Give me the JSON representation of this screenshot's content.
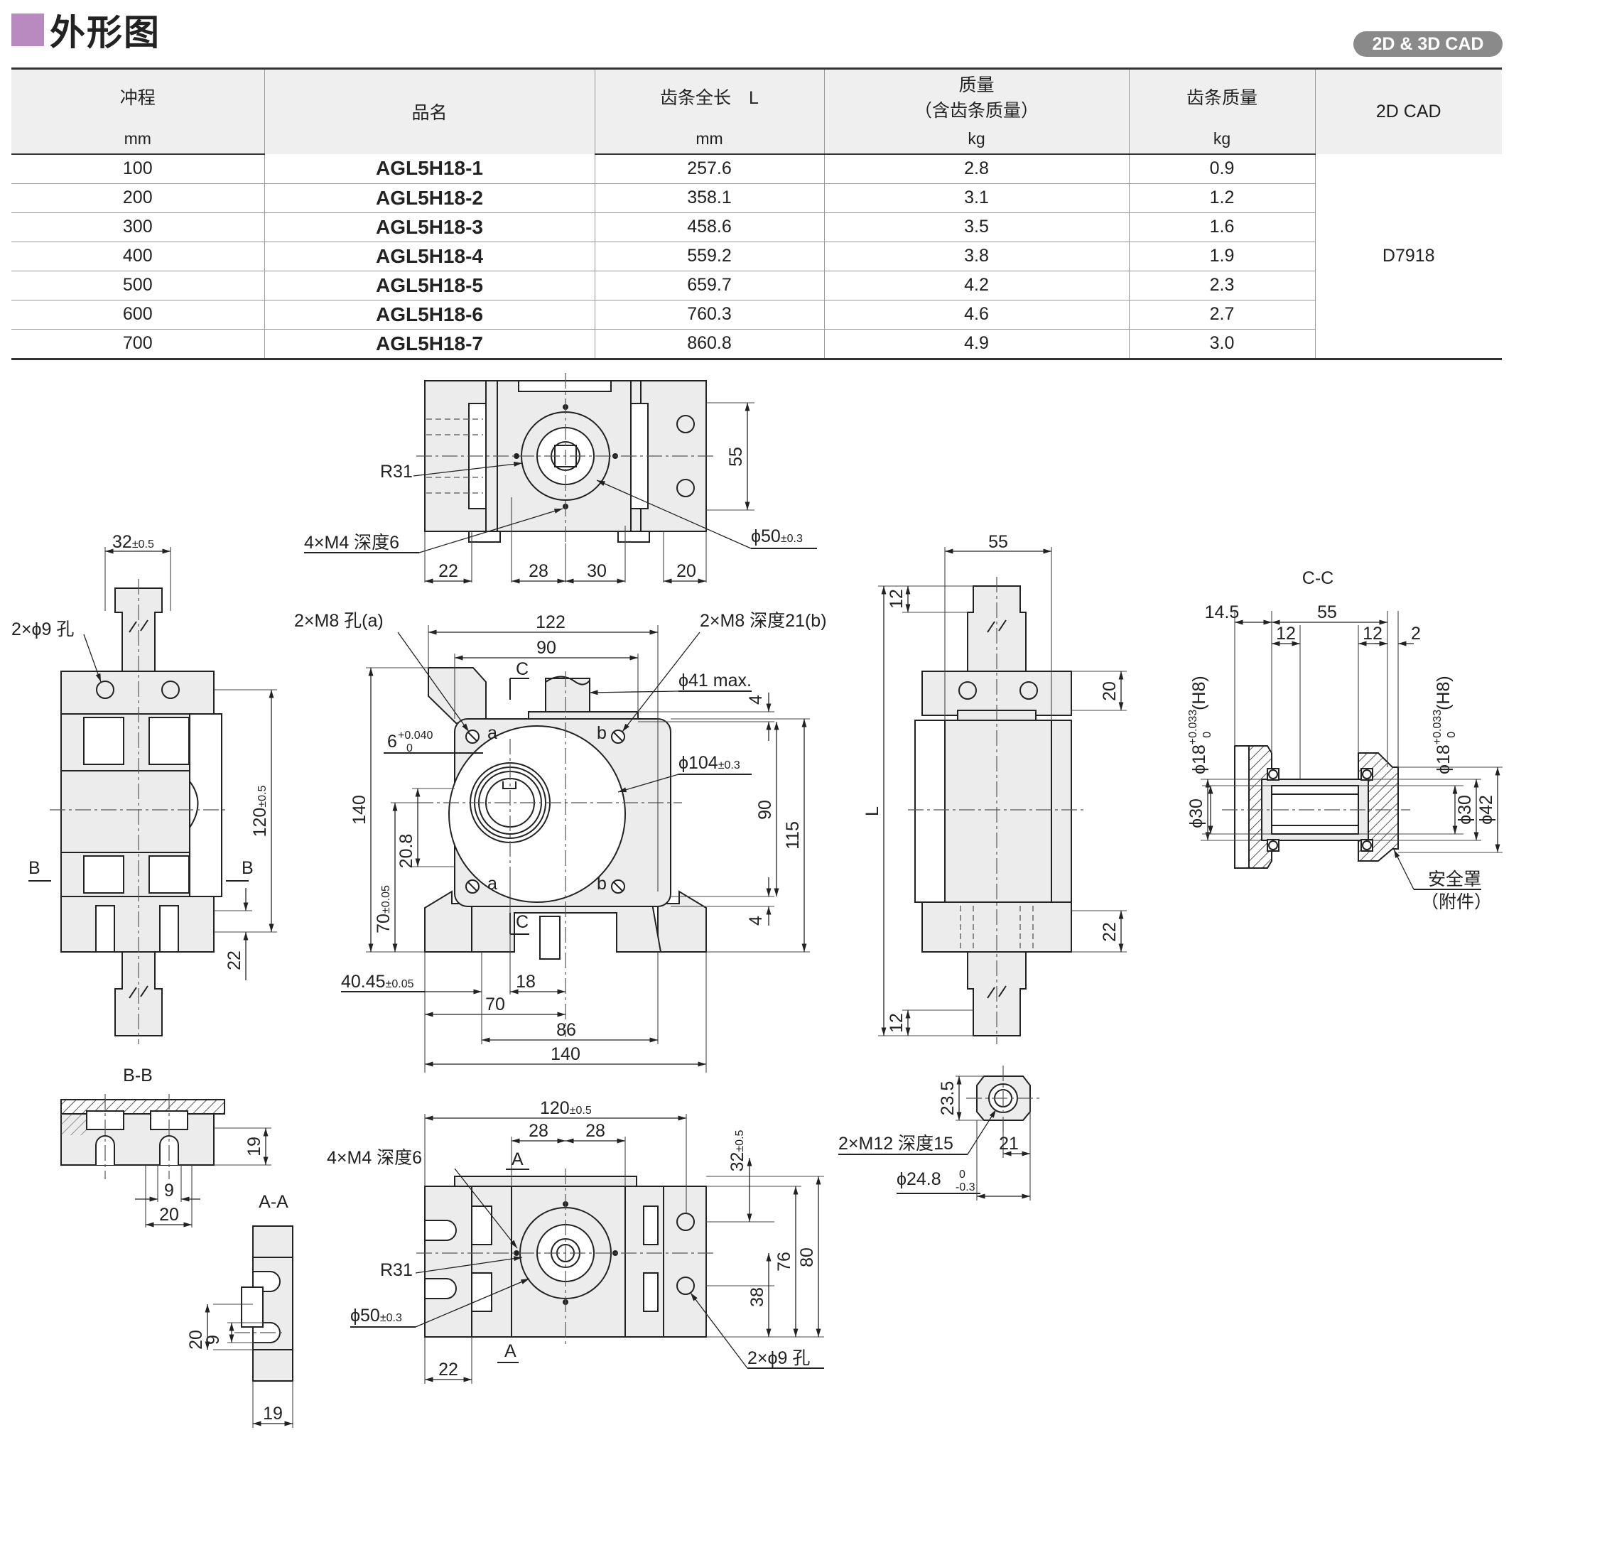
{
  "header": {
    "title": "外形图",
    "badge": "2D & 3D CAD"
  },
  "table": {
    "headers": [
      {
        "label": "冲程",
        "unit": "mm"
      },
      {
        "label": "品名",
        "unit": ""
      },
      {
        "label": "齿条全长　L",
        "unit": "mm"
      },
      {
        "label": "质量",
        "sub": "（含齿条质量）",
        "unit": "kg"
      },
      {
        "label": "齿条质量",
        "unit": "kg"
      },
      {
        "label": "2D CAD",
        "unit": ""
      }
    ],
    "rows": [
      {
        "stroke": "100",
        "part": "AGL5H18-1",
        "length": "257.6",
        "mass": "2.8",
        "rack_mass": "0.9"
      },
      {
        "stroke": "200",
        "part": "AGL5H18-2",
        "length": "358.1",
        "mass": "3.1",
        "rack_mass": "1.2"
      },
      {
        "stroke": "300",
        "part": "AGL5H18-3",
        "length": "458.6",
        "mass": "3.5",
        "rack_mass": "1.6"
      },
      {
        "stroke": "400",
        "part": "AGL5H18-4",
        "length": "559.2",
        "mass": "3.8",
        "rack_mass": "1.9"
      },
      {
        "stroke": "500",
        "part": "AGL5H18-5",
        "length": "659.7",
        "mass": "4.2",
        "rack_mass": "2.3"
      },
      {
        "stroke": "600",
        "part": "AGL5H18-6",
        "length": "760.3",
        "mass": "4.6",
        "rack_mass": "2.7"
      },
      {
        "stroke": "700",
        "part": "AGL5H18-7",
        "length": "860.8",
        "mass": "4.9",
        "rack_mass": "3.0"
      }
    ],
    "cad": "D7918"
  },
  "drawing": {
    "labels": {
      "r31": "R31",
      "m4_depth6": "4×M4 深度6",
      "phi50": "ϕ50",
      "tol_03": "±0.3",
      "d55": "55",
      "d22": "22",
      "d28": "28",
      "d30": "30",
      "d20": "20",
      "d32": "32",
      "tol_05": "±0.5",
      "phi9_hole2": "2×ϕ9 孔",
      "d120": "120",
      "sec_b": "B",
      "sec_bb": "B-B",
      "d19": "19",
      "d9": "9",
      "sec_aa": "A-A",
      "m8_hole": "2×M8 孔(a)",
      "m8_depth": "2×M8 深度21(b)",
      "d122": "122",
      "d90": "90",
      "sec_c": "C",
      "phi41": "ϕ41 max.",
      "d4": "4",
      "lbl_a": "a",
      "lbl_b": "b",
      "d6": "6",
      "tol_040_up": "+0.040",
      "tol_0": "0",
      "phi104": "ϕ104",
      "d140": "140",
      "d20_8": "20.8",
      "d70": "70",
      "tol_005": "±0.05",
      "d115": "115",
      "d40_45": "40.45",
      "d18": "18",
      "d86": "86",
      "dim_L": "L",
      "d12": "12",
      "d23_5": "23.5",
      "m12": "2×M12 深度15",
      "d21": "21",
      "phi24_8": "ϕ24.8",
      "tol_m03": "-0.3",
      "sec_cc": "C-C",
      "d14_5": "14.5",
      "d2": "2",
      "phi18": "ϕ18",
      "tol_033_up": "+0.033",
      "h8": "(H8)",
      "phi30": "ϕ30",
      "phi42": "ϕ42",
      "guard1": "安全罩",
      "guard2": "（附件）",
      "sec_a": "A",
      "d76": "76",
      "d80": "80",
      "d38": "38"
    }
  }
}
